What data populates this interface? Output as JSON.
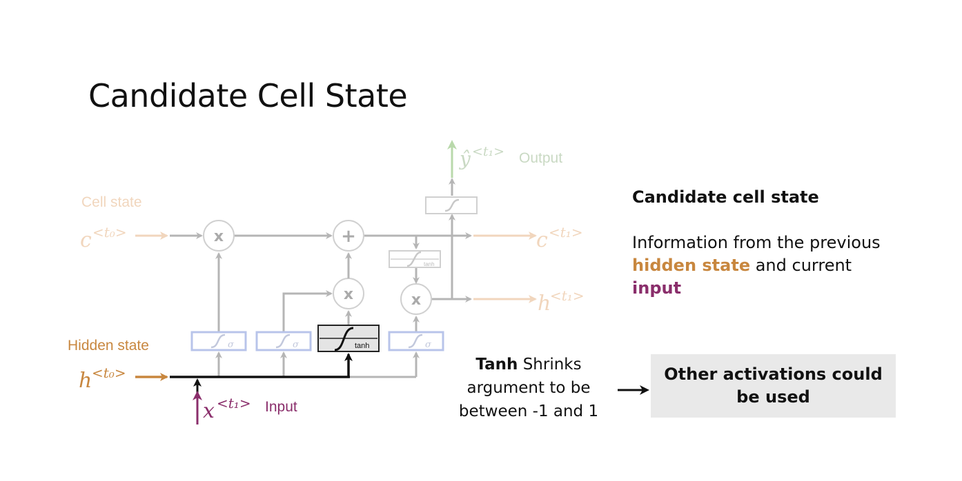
{
  "slide": {
    "title": "Candidate Cell State"
  },
  "diagram": {
    "labels": {
      "cell_state": "Cell state",
      "hidden_state": "Hidden state",
      "input": "Input",
      "output": "Output",
      "c_in": "c",
      "c_in_sup": "<t₀>",
      "h_in": "h",
      "h_in_sup": "<t₀>",
      "x_in": "x",
      "x_in_sup": "<t₁>",
      "y_out": "ŷ",
      "y_out_sup": "<t₁>",
      "c_out": "c",
      "c_out_sup": "<t₁>",
      "h_out": "h",
      "h_out_sup": "<t₁>",
      "op_multiply": "x",
      "op_add": "+",
      "sigma": "σ",
      "tanh": "tanh"
    },
    "colors": {
      "orange": "#c8873f",
      "purple": "#8a2e6b",
      "gate_blue": "#b8c4ea",
      "faded_gray": "#bdbdbd",
      "faded_orange": "#f1d6bd",
      "faded_green": "#b9d9ab"
    }
  },
  "side_panel": {
    "heading": "Candidate cell state",
    "desc_prefix": "Information from the previous ",
    "desc_highlight_1": "hidden state",
    "desc_middle": " and current ",
    "desc_highlight_2": "input"
  },
  "tanh_note": {
    "bold": "Tanh",
    "rest": " Shrinks argument to be between -1 and 1"
  },
  "activation_note": {
    "text": "Other activations could be used"
  }
}
